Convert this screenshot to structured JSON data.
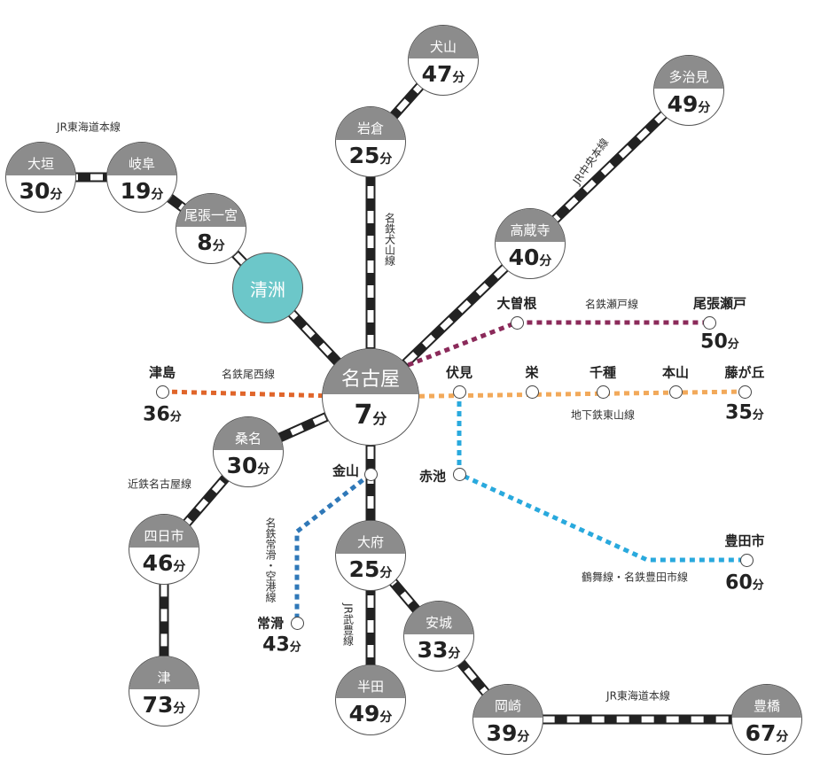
{
  "unit": "分",
  "hub": {
    "name": "名古屋",
    "time": "7"
  },
  "origin": {
    "name": "清洲"
  },
  "stations": [
    {
      "name": "犬山",
      "time": "47"
    },
    {
      "name": "多治見",
      "time": "49"
    },
    {
      "name": "岩倉",
      "time": "25"
    },
    {
      "name": "大垣",
      "time": "30"
    },
    {
      "name": "岐阜",
      "time": "19"
    },
    {
      "name": "尾張一宮",
      "time": "8"
    },
    {
      "name": "高蔵寺",
      "time": "40"
    },
    {
      "name": "桑名",
      "time": "30"
    },
    {
      "name": "四日市",
      "time": "46"
    },
    {
      "name": "津",
      "time": "73"
    },
    {
      "name": "大府",
      "time": "25"
    },
    {
      "name": "安城",
      "time": "33"
    },
    {
      "name": "半田",
      "time": "49"
    },
    {
      "name": "岡崎",
      "time": "39"
    },
    {
      "name": "豊橋",
      "time": "67"
    }
  ],
  "small_stations": [
    {
      "name": "大曽根"
    },
    {
      "name": "尾張瀬戸",
      "time": "50"
    },
    {
      "name": "津島",
      "time": "36"
    },
    {
      "name": "伏見"
    },
    {
      "name": "栄"
    },
    {
      "name": "千種"
    },
    {
      "name": "本山"
    },
    {
      "name": "藤が丘",
      "time": "35"
    },
    {
      "name": "金山"
    },
    {
      "name": "赤池"
    },
    {
      "name": "豊田市",
      "time": "60"
    },
    {
      "name": "常滑",
      "time": "43"
    }
  ],
  "lines": [
    {
      "name": "JR東海道本線"
    },
    {
      "name": "JR中央本線"
    },
    {
      "name": "名鉄犬山線"
    },
    {
      "name": "名鉄瀬戸線"
    },
    {
      "name": "名鉄尾西線"
    },
    {
      "name": "地下鉄東山線"
    },
    {
      "name": "近鉄名古屋線"
    },
    {
      "name": "名鉄常滑・空港線"
    },
    {
      "name": "JR武豊線"
    },
    {
      "name": "鶴舞線・名鉄豊田市線"
    },
    {
      "name": "JR東海道本線"
    }
  ],
  "colors": {
    "seto": "#8b2a5a",
    "bisai": "#e0652a",
    "higashiyama": "#f2a95a",
    "tsurumai": "#29a9dd",
    "tokoname": "#2f78b8",
    "station_header": "#8c8c8c",
    "origin": "#6cc7c9"
  }
}
